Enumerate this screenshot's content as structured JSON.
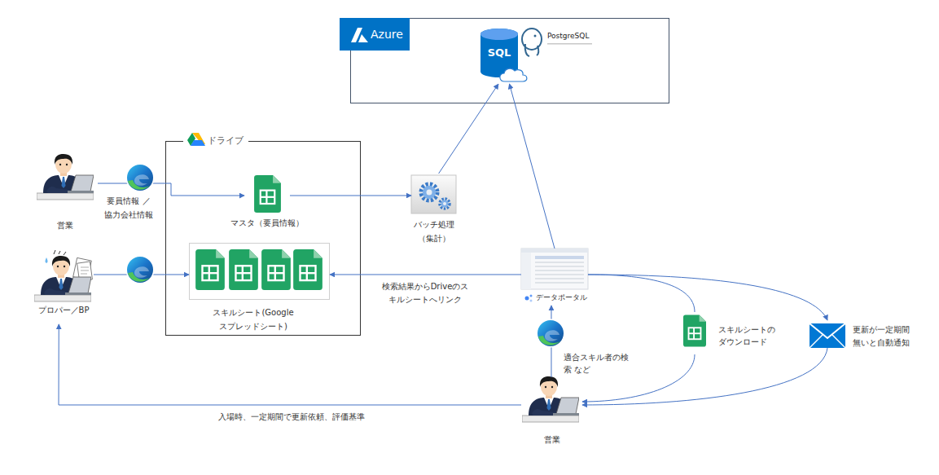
{
  "diagram": {
    "nodes": [
      {
        "text": [
          "Azure"
        ]
      },
      {
        "text": [
          "SQL",
          "PostgreSQL"
        ],
        "in": 0
      },
      {
        "text": [
          "ドライブ"
        ]
      },
      {
        "text": [
          "営業"
        ]
      },
      {
        "text": [
          "マスタ（要員情報）"
        ],
        "in": 2
      },
      {
        "text": [
          "スキルシート(Google スプレッドシート)"
        ],
        "in": 2
      },
      {
        "text": [
          "プロパー／BP"
        ]
      },
      {
        "text": [
          "バッチ処理 （集計）"
        ]
      },
      {
        "text": [
          "データポータル"
        ]
      },
      {
        "text": [
          "スキルシートの ダウンロード"
        ]
      },
      {
        "text": [
          "更新が一定期間 無いと自動通知"
        ]
      },
      {
        "text": [
          "営業"
        ]
      }
    ],
    "edges": [
      {
        "from": 3,
        "to": 4,
        "arrow": "to",
        "label": "要員情報 ／協力会社情報"
      },
      {
        "from": 6,
        "to": 5,
        "arrow": "to"
      },
      {
        "from": 4,
        "to": 7,
        "arrow": "to"
      },
      {
        "from": 7,
        "to": 1,
        "arrow": "to"
      },
      {
        "from": 8,
        "to": 1,
        "arrow": "to"
      },
      {
        "from": 8,
        "to": 5,
        "arrow": "to",
        "label": "検索結果からDriveのス キルシートへリンク"
      },
      {
        "from": 11,
        "to": 8,
        "arrow": "to",
        "label": "適合スキル者の検 索 など"
      },
      {
        "from": 8,
        "to": 9,
        "arrow": "none"
      },
      {
        "from": 9,
        "to": 11,
        "arrow": "to"
      },
      {
        "from": 8,
        "to": 10,
        "arrow": "to"
      },
      {
        "from": 10,
        "to": 11,
        "arrow": "to"
      },
      {
        "from": 11,
        "to": 6,
        "arrow": "to",
        "label": "入場時、一定期間で更新依頼、評価基準"
      }
    ]
  }
}
